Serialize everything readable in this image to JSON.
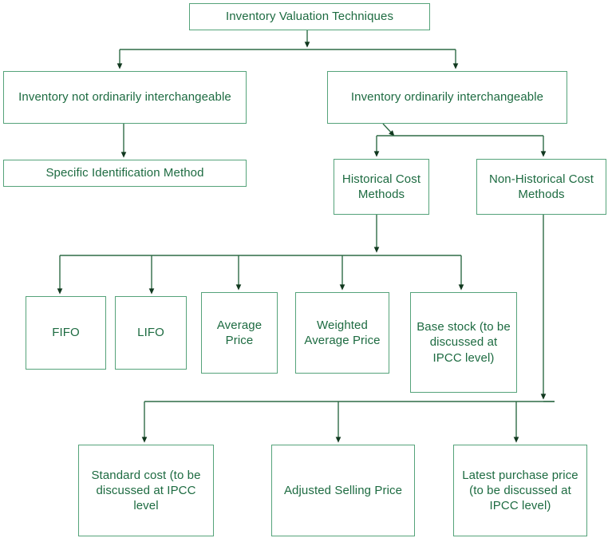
{
  "diagram": {
    "title": "Inventory Valuation Techniques",
    "colors": {
      "border": "#55a37a",
      "text": "#1d6b41",
      "connector": "#2f6b46",
      "background": "#ffffff"
    },
    "nodes": {
      "root": "Inventory Valuation Techniques",
      "not_interchangeable": "Inventory not ordinarily interchangeable",
      "interchangeable": "Inventory ordinarily interchangeable",
      "specific_identification": "Specific Identification Method",
      "historical_cost": "Historical Cost Methods",
      "non_historical_cost": "Non-Historical Cost Methods",
      "fifo": "FIFO",
      "lifo": "LIFO",
      "average_price": "Average Price",
      "weighted_average_price": "Weighted Average Price",
      "base_stock": "Base stock (to be discussed at IPCC level)",
      "standard_cost": "Standard cost (to be discussed at IPCC level",
      "adjusted_selling_price": "Adjusted Selling Price",
      "latest_purchase_price": "Latest purchase price (to be discussed at IPCC level)"
    }
  }
}
